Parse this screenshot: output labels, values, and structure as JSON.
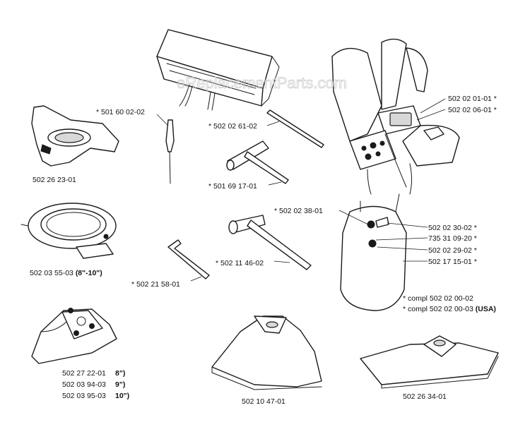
{
  "watermark": "eReplacementParts.com",
  "labels": {
    "blade_3tooth": "502 26 23-01",
    "hex_key": "* 501 60 02-02",
    "pin": "* 502 02 61-02",
    "t_wrench": "* 501 69 17-01",
    "harness_1": "502 02 01-01 *",
    "harness_2": "502 02 06-01 *",
    "trimmer_guard": "502 03 55-03",
    "trimmer_guard_note": "(8\"-10\")",
    "spanner": "* 502 02 38-01",
    "hip_pad_1": "502 02 30-02 *",
    "hip_pad_2": "735 31 09-20 *",
    "hip_pad_3": "502 02 29-02 *",
    "hip_pad_4": "502 17 15-01 *",
    "allen_key": "* 502 21 58-01",
    "socket_wrench": "* 502 11 46-02",
    "compl_1": "* compl 502 02 00-02",
    "compl_2_prefix": "* compl 502 02 00-03",
    "compl_2_suffix": "(USA)",
    "guard_a_1": "502 27 22-01",
    "guard_a_1_note": "8\")",
    "guard_a_2": "502 03 94-03",
    "guard_a_2_note": "9\")",
    "guard_a_3": "502 03 95-03",
    "guard_a_3_note": "10\")",
    "guard_b": "502 10 47-01",
    "guard_c": "502 26 34-01"
  }
}
